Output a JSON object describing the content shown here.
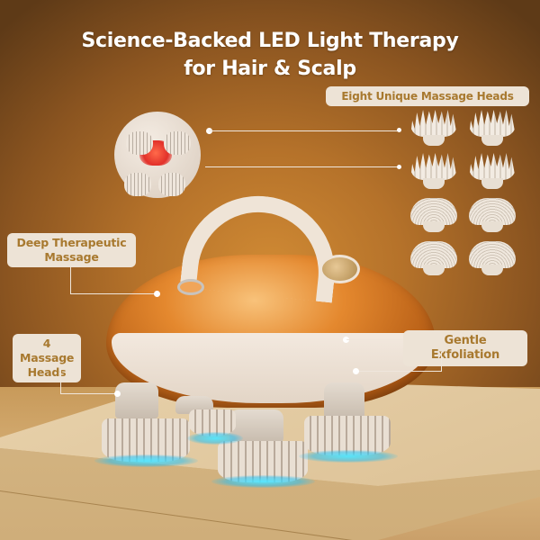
{
  "title": {
    "line1": "Science-Backed LED Light Therapy",
    "line2": "for Hair & Scalp"
  },
  "labels": {
    "eight_heads": "Eight Unique Massage Heads",
    "deep_massage_line1": "Deep Therapeutic",
    "deep_massage_line2": "Massage",
    "four_heads_line1": "4 Massage",
    "four_heads_line2": "Heads",
    "gentle_exfoliation": "Gentle Exfoliation"
  },
  "massage_heads": {
    "count": 8,
    "types": [
      "spiky",
      "spiky",
      "spiky",
      "spiky",
      "round",
      "round",
      "round",
      "round"
    ]
  },
  "colors": {
    "background_dark": "#5e3a17",
    "background_mid": "#b5722a",
    "background_light": "#d08a34",
    "label_bg": "#ede3d6",
    "label_text": "#a8792f",
    "title_text": "#ffffff",
    "led_red": "#e2312a",
    "glow_cyan": "#50e6ff",
    "device_cream": "#efe4d7",
    "device_orange": "#e4882e"
  },
  "icons": {
    "led_face": "led-red-light-panel",
    "glow": "cyan-vibration-glow"
  }
}
